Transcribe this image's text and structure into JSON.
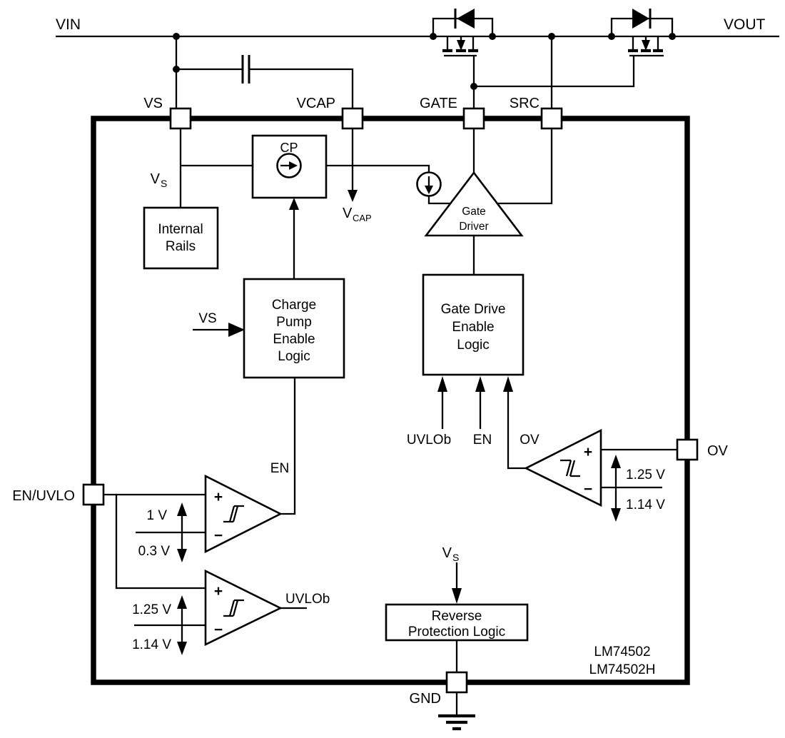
{
  "device": {
    "parts": [
      "LM74502",
      "LM74502H"
    ]
  },
  "nets": {
    "vin": "VIN",
    "vout": "VOUT",
    "vs": "VS",
    "en": "EN",
    "uvlob": "UVLOb",
    "ov": "OV"
  },
  "pins": {
    "vs": "VS",
    "vcap": "VCAP",
    "gate": "GATE",
    "src": "SRC",
    "en_uvlo": "EN/UVLO",
    "ov": "OV",
    "gnd": "GND"
  },
  "blocks": {
    "cp": "CP",
    "internal_rails": [
      "Internal",
      "Rails"
    ],
    "charge_pump_enable": [
      "Charge",
      "Pump",
      "Enable",
      "Logic"
    ],
    "gate_driver": [
      "Gate",
      "Driver"
    ],
    "gate_drive_enable": [
      "Gate Drive",
      "Enable",
      "Logic"
    ],
    "reverse_protection": [
      "Reverse",
      "Protection Logic"
    ]
  },
  "signals": {
    "vs_sub": {
      "main": "V",
      "sub": "S"
    },
    "vcap_sub": {
      "main": "V",
      "sub": "CAP"
    }
  },
  "thresholds": {
    "en": {
      "rising": "1 V",
      "falling": "0.3 V"
    },
    "uvlo": {
      "rising": "1.25 V",
      "falling": "1.14 V"
    },
    "ov": {
      "rising": "1.25 V",
      "falling": "1.14 V"
    }
  },
  "comparator": {
    "plus": "+",
    "minus": "−"
  },
  "colors": {
    "line": "#000000",
    "background": "#ffffff"
  }
}
